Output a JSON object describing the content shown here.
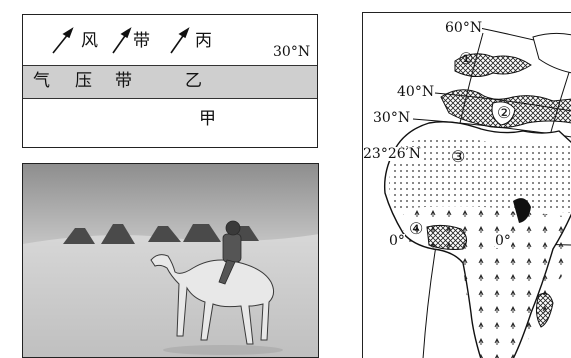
{
  "belt_diagram": {
    "wind_label_1": "风",
    "wind_label_2": "带",
    "wind_label_3": "丙",
    "latitude": "30°N",
    "pressure_label_1": "气",
    "pressure_label_2": "压",
    "pressure_label_3": "带",
    "pressure_label_4": "乙",
    "lower_label": "甲"
  },
  "photo": {
    "subject": "camel-rider-desert-pyramids"
  },
  "map": {
    "lat_60": "60°N",
    "lat_40": "40°N",
    "lat_30": "30°N",
    "lat_tropic": "23°26′N",
    "eq_left": "0°",
    "eq_right": "0°",
    "marker_1": "①",
    "marker_2": "②",
    "marker_3": "③",
    "marker_4": "④"
  }
}
